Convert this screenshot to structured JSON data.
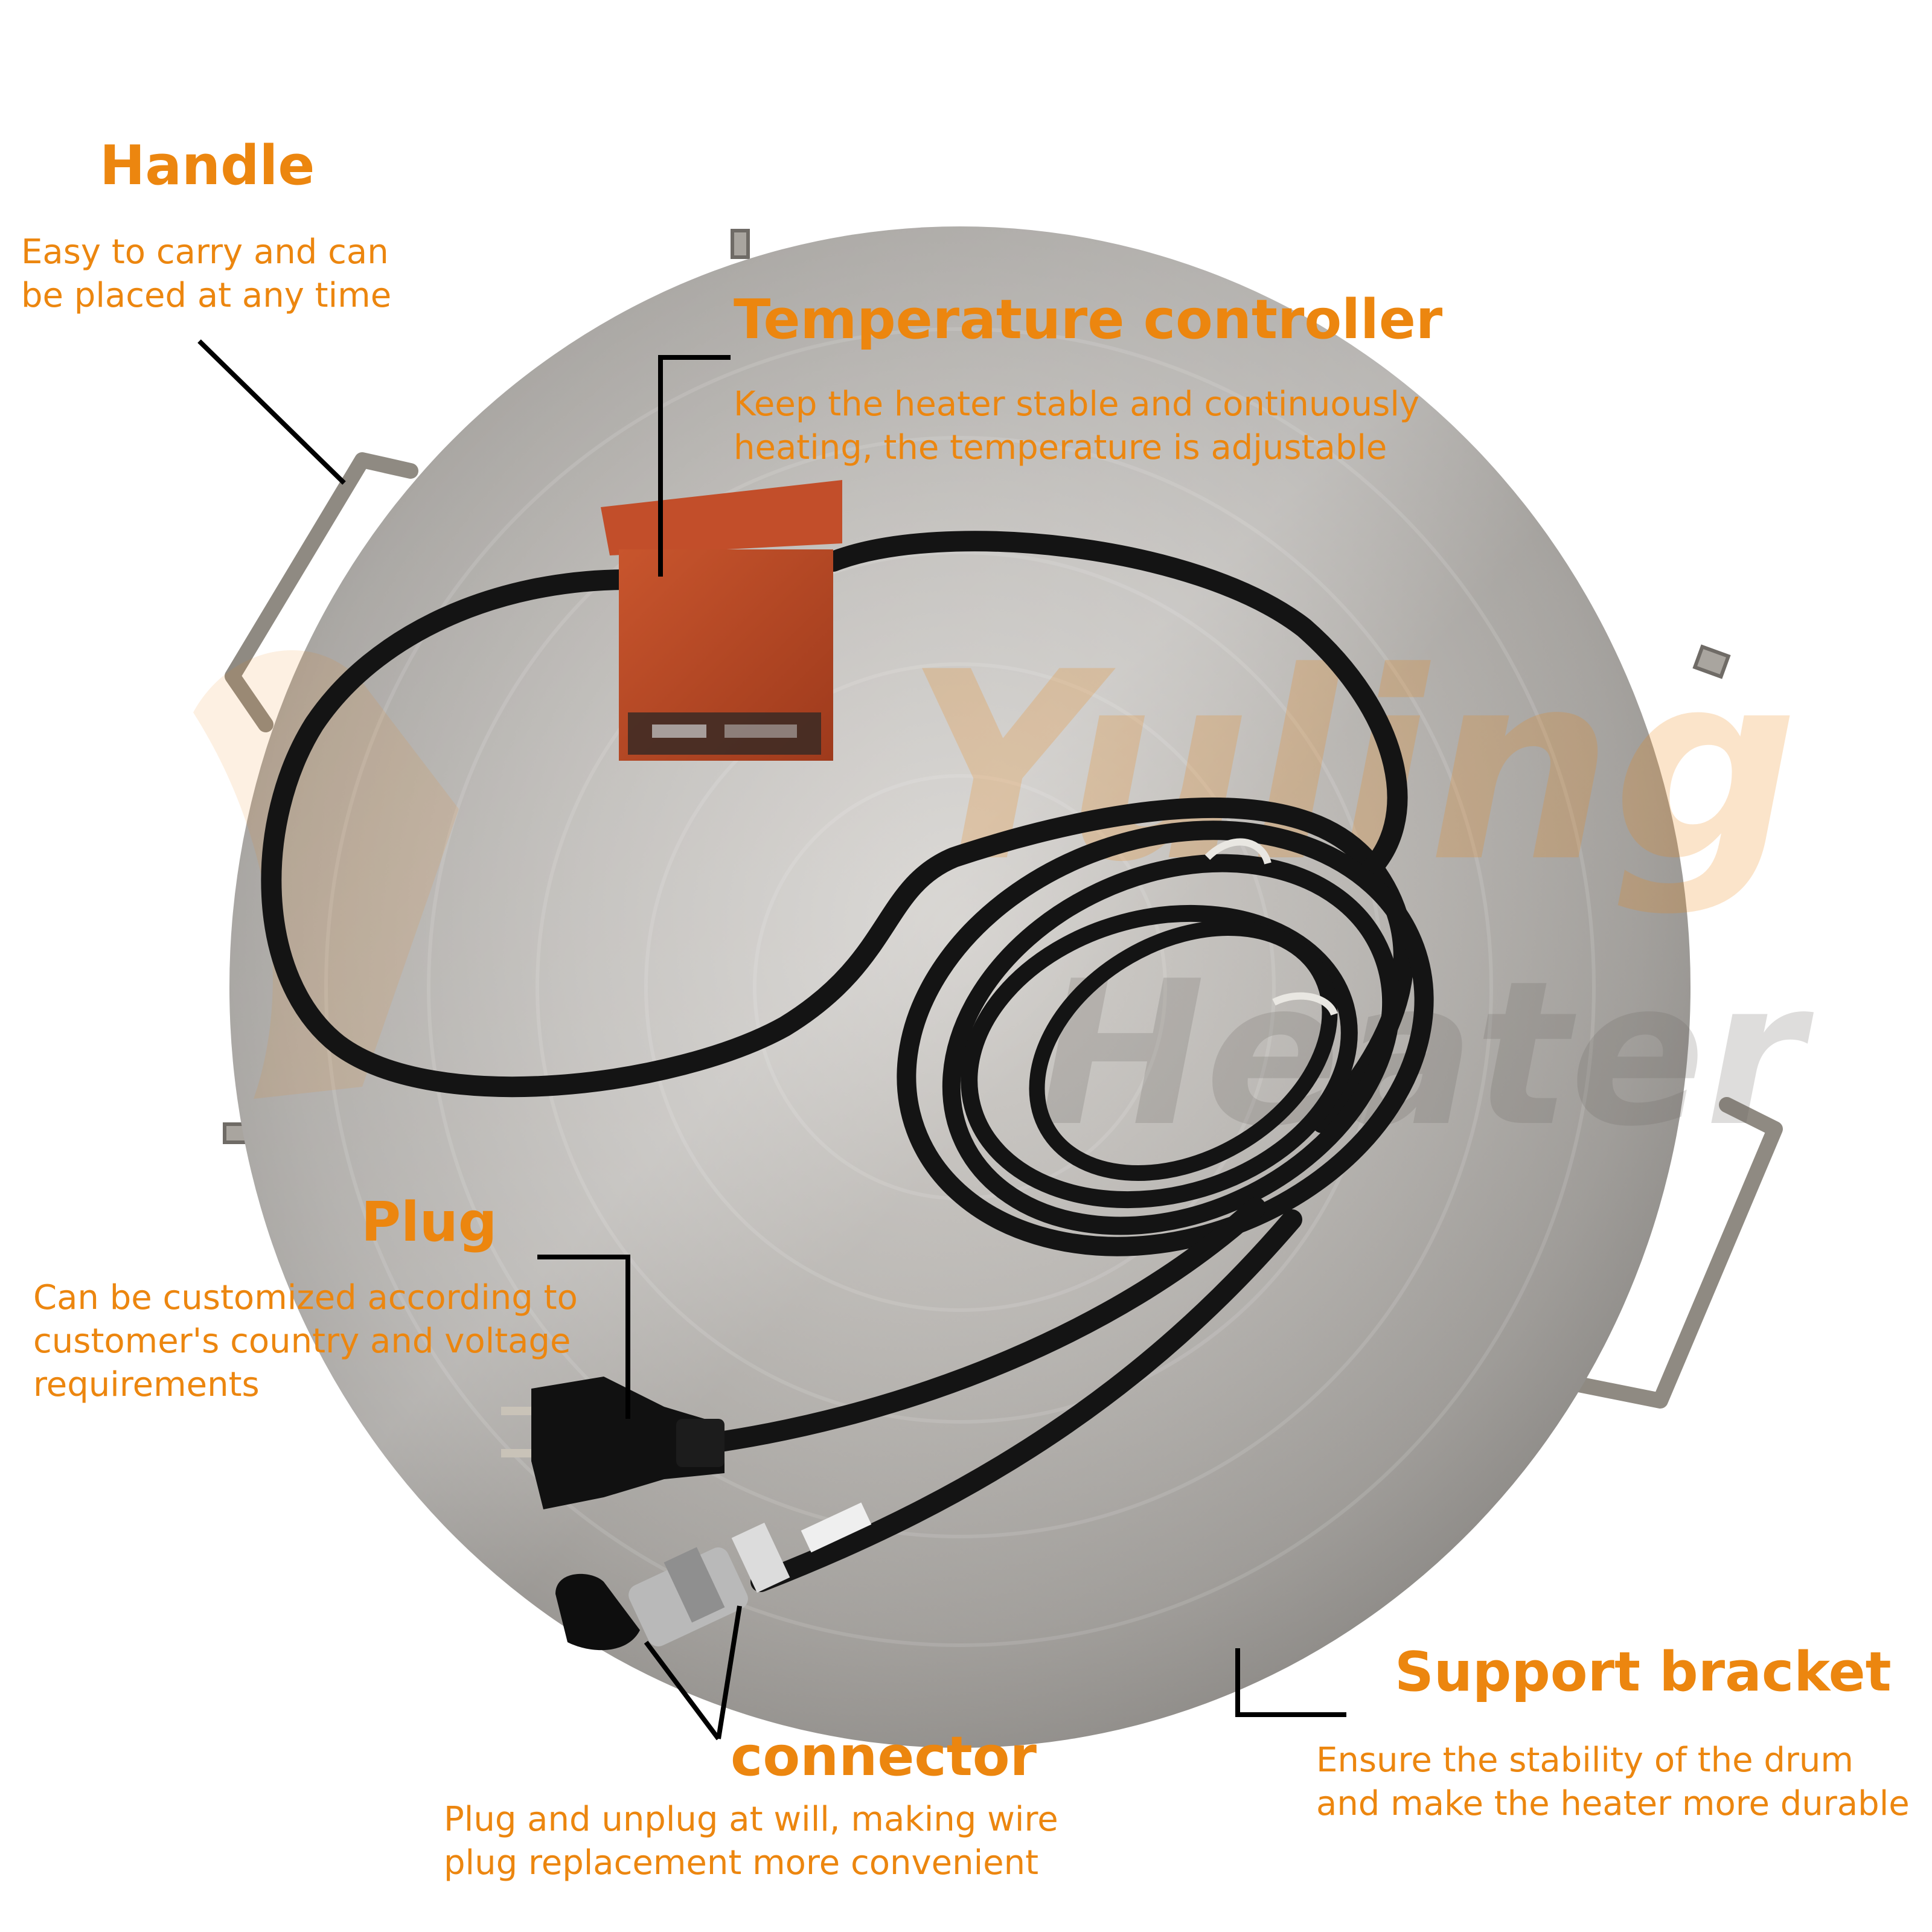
{
  "accent_color": "#ec860f",
  "annotations": {
    "handle": {
      "title": "Handle",
      "description": [
        "Easy to carry and can",
        "be placed at any time"
      ]
    },
    "temperature_controller": {
      "title": "Temperature controller",
      "description": [
        "Keep the heater stable and continuously",
        "heating, the temperature is adjustable"
      ]
    },
    "plug": {
      "title": "Plug",
      "description": [
        "Can be customized according to",
        "customer's country and voltage",
        "requirements"
      ]
    },
    "support_bracket": {
      "title": "Support bracket",
      "description": [
        "Ensure the stability of the drum",
        "and make the heater more durable"
      ]
    },
    "connector": {
      "title": "connector",
      "description": [
        "Plug and unplug at will, making wire",
        "plug replacement more convenient"
      ]
    }
  },
  "watermark": "Yuling Heater"
}
